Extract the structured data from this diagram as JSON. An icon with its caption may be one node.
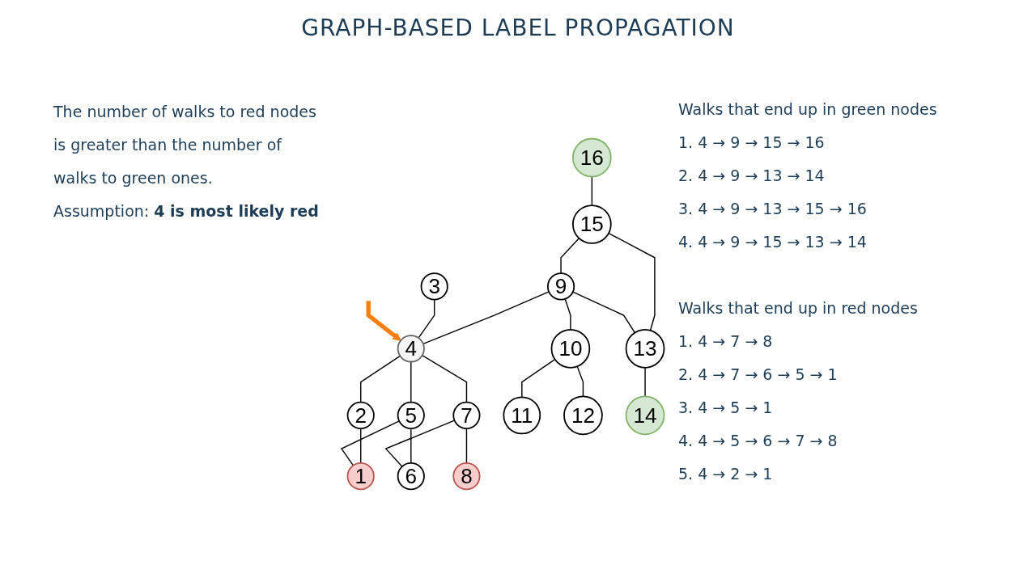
{
  "diagram": {
    "title": "GRAPH-BASED LABEL PROPAGATION",
    "nodes": [
      {
        "text": [
          "1"
        ]
      },
      {
        "text": [
          "2"
        ]
      },
      {
        "text": [
          "3"
        ]
      },
      {
        "text": [
          "4"
        ]
      },
      {
        "text": [
          "5"
        ]
      },
      {
        "text": [
          "6"
        ]
      },
      {
        "text": [
          "7"
        ]
      },
      {
        "text": [
          "8"
        ]
      },
      {
        "text": [
          "9"
        ]
      },
      {
        "text": [
          "10"
        ]
      },
      {
        "text": [
          "11"
        ]
      },
      {
        "text": [
          "12"
        ]
      },
      {
        "text": [
          "13"
        ]
      },
      {
        "text": [
          "14"
        ]
      },
      {
        "text": [
          "15"
        ]
      },
      {
        "text": [
          "16"
        ]
      }
    ],
    "edges": [
      {
        "from": 15,
        "to": 14,
        "arrow": "none"
      },
      {
        "from": 14,
        "to": 8,
        "arrow": "none"
      },
      {
        "from": 14,
        "to": 12,
        "arrow": "none"
      },
      {
        "from": 8,
        "to": 12,
        "arrow": "none"
      },
      {
        "from": 12,
        "to": 13,
        "arrow": "none"
      },
      {
        "from": 8,
        "to": 3,
        "arrow": "none"
      },
      {
        "from": 8,
        "to": 9,
        "arrow": "none"
      },
      {
        "from": 9,
        "to": 10,
        "arrow": "none"
      },
      {
        "from": 9,
        "to": 11,
        "arrow": "none"
      },
      {
        "from": 2,
        "to": 3,
        "arrow": "none"
      },
      {
        "from": null,
        "to": 3,
        "arrow": "to",
        "color": "#ff7f0e",
        "style": "thick"
      },
      {
        "from": 3,
        "to": 1,
        "arrow": "none"
      },
      {
        "from": 3,
        "to": 4,
        "arrow": "none"
      },
      {
        "from": 3,
        "to": 6,
        "arrow": "none"
      },
      {
        "from": 1,
        "to": 0,
        "arrow": "none"
      },
      {
        "from": 4,
        "to": 0,
        "arrow": "none"
      },
      {
        "from": 4,
        "to": 5,
        "arrow": "none"
      },
      {
        "from": 6,
        "to": 5,
        "arrow": "none"
      },
      {
        "from": 6,
        "to": 7,
        "arrow": "none"
      }
    ],
    "labels": [
      "The number of walks to red nodes is greater than the number of walks to green ones.",
      "Assumption: **4 is most likely red**",
      "Walks that end up in green nodes",
      "1. 4 → 9 → 15 → 16",
      "2. 4 → 9 → 13 → 14",
      "3. 4 → 9 → 13 → 15 → 16",
      "4. 4 → 9 → 15 → 13 → 14",
      "Walks that end up in red nodes",
      "1. 4 → 7 → 8",
      "2. 4 → 7 → 6 → 5 → 1",
      "3. 4 → 5 → 1",
      "4. 4 → 5 → 6 → 7 → 8",
      "5. 4 → 2 → 1"
    ]
  }
}
